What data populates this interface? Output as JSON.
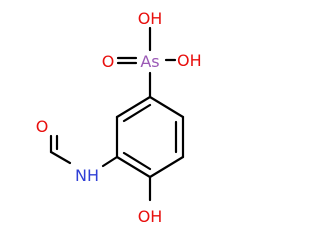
{
  "molecule": {
    "atoms": {
      "arsenic": {
        "label": "As",
        "color": "#9b59b6"
      },
      "oxo_oxygen": {
        "label": "O",
        "color": "#e8100e"
      },
      "hydroxyl_top": {
        "label": "OH",
        "color": "#e8100e"
      },
      "hydroxyl_right": {
        "label": "OH",
        "color": "#e8100e"
      },
      "amide_nitrogen": {
        "label": "NH",
        "color": "#2f3fd6"
      },
      "formyl_oxygen": {
        "label": "O",
        "color": "#e8100e"
      },
      "phenol_oxygen": {
        "label": "OH",
        "color": "#e8100e"
      }
    },
    "bond_color": "#000000"
  }
}
